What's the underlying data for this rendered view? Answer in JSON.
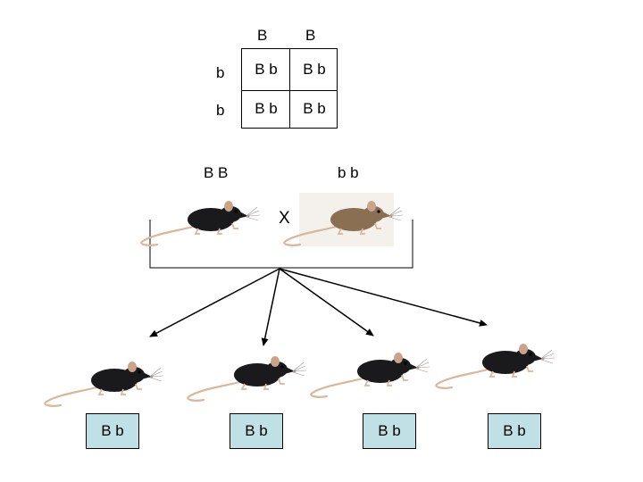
{
  "punnett": {
    "col_headers": [
      "B",
      "B"
    ],
    "row_headers": [
      "b",
      "b"
    ],
    "cells": [
      [
        "B b",
        "B b"
      ],
      [
        "B b",
        "B b"
      ]
    ]
  },
  "parents": {
    "left_genotype": "B B",
    "right_genotype": "b b",
    "cross_symbol": "X",
    "left_color": "black",
    "right_color": "brown"
  },
  "offspring": [
    {
      "genotype": "B b",
      "color": "black"
    },
    {
      "genotype": "B b",
      "color": "black"
    },
    {
      "genotype": "B b",
      "color": "black"
    },
    {
      "genotype": "B b",
      "color": "black"
    }
  ],
  "colors": {
    "black_mouse": "#1a1a1c",
    "brown_mouse": "#8a6f52",
    "genotype_box": "#bfe0e4",
    "tail": "#d8b89a"
  }
}
